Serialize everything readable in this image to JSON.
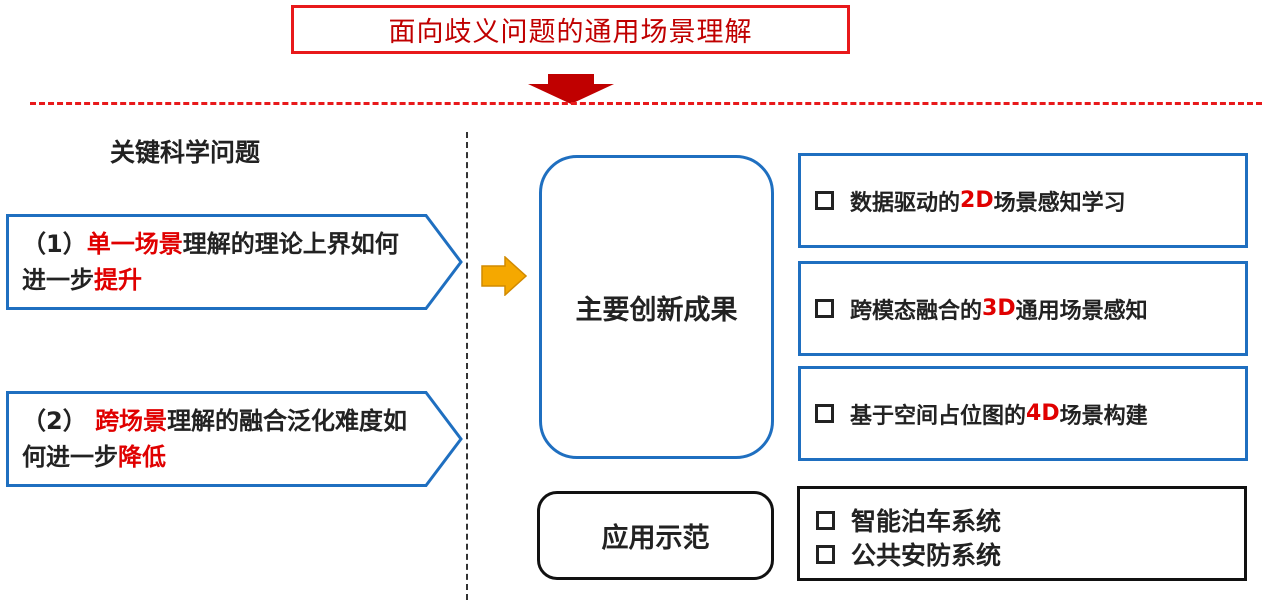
{
  "title": "面向歧义问题的通用场景理解",
  "key_questions": {
    "heading": "关键科学问题",
    "q1": {
      "prefix": "（1）",
      "red1": "单一场景",
      "middle": "理解的理论上界如何进一步",
      "red2": "提升"
    },
    "q2": {
      "prefix": "（2） ",
      "red1": "跨场景",
      "middle": "理解的融合泛化难度如何进一步",
      "red2": "降低"
    }
  },
  "main_results": {
    "label": "主要创新成果",
    "items": [
      {
        "before": "数据驱动的",
        "red": "2D",
        "after": "场景感知学习"
      },
      {
        "before": "跨模态融合的",
        "red": "3D",
        "after": "通用场景感知"
      },
      {
        "before": "基于空间占位图的",
        "red": "4D",
        "after": "场景构建"
      }
    ]
  },
  "application": {
    "label": "应用示范",
    "items": [
      "智能泊车系统",
      "公共安防系统"
    ]
  },
  "colors": {
    "red": "#e8191b",
    "blue": "#1f6fc0",
    "arrow_orange": "#f5a800"
  }
}
